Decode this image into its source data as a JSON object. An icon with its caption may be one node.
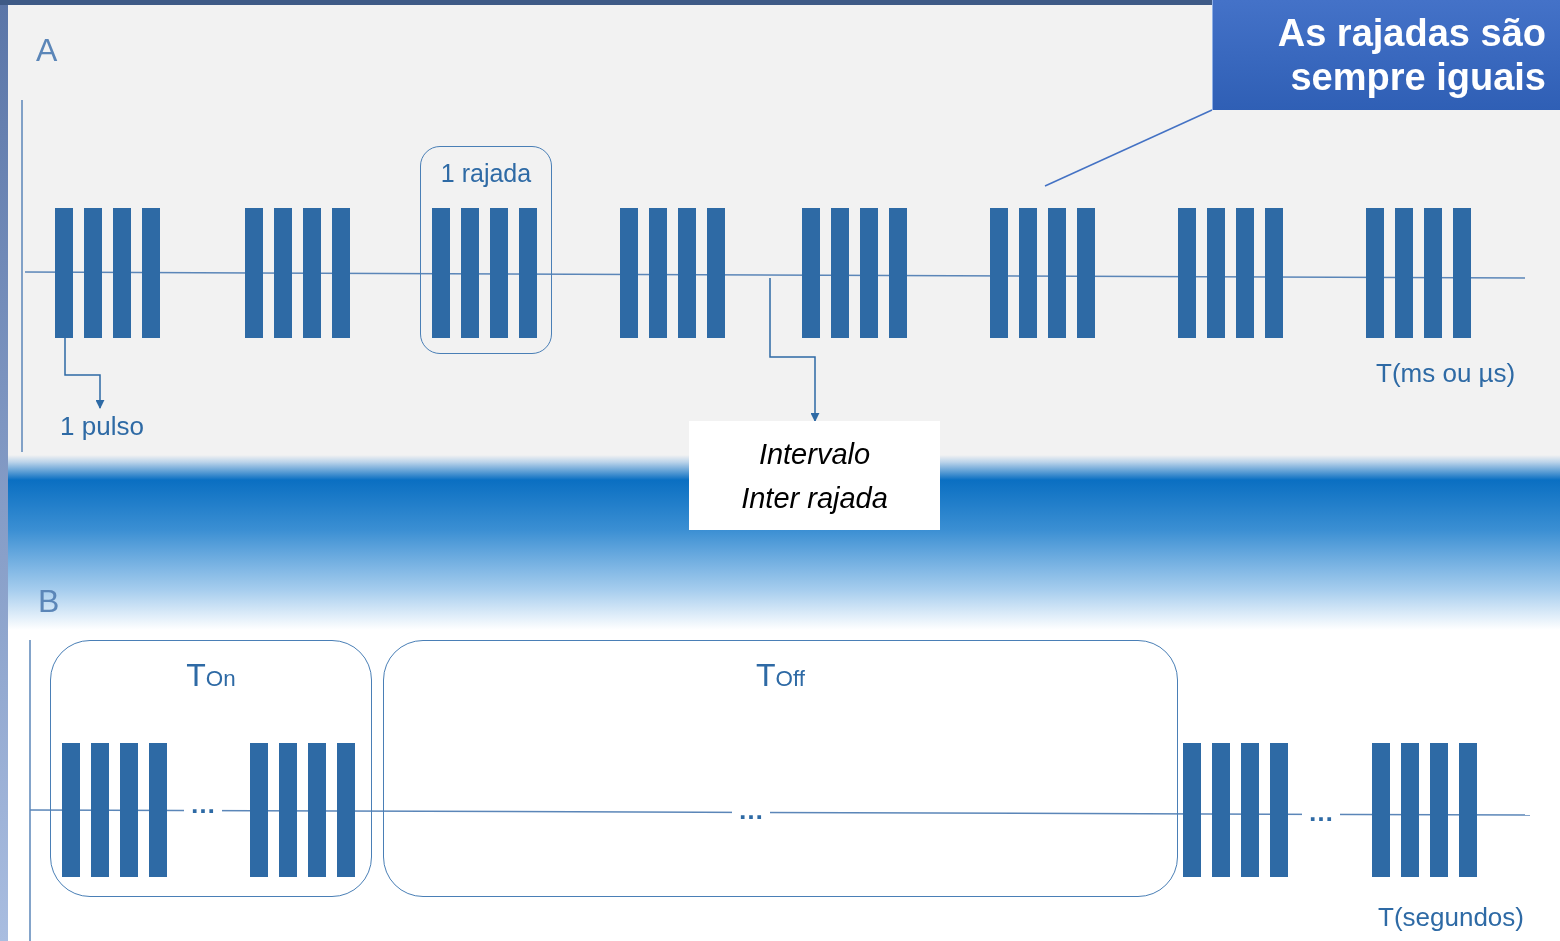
{
  "diagram": {
    "nodes": [
      {
        "text": [
          "1 rajada"
        ]
      },
      {
        "text": [
          "1 pulso"
        ]
      },
      {
        "text": [
          "Intervalo Inter rajada"
        ]
      },
      {
        "text": [
          "As rajadas são sempre iguais"
        ]
      },
      {
        "text": [
          "T$_{On}$"
        ]
      },
      {
        "text": [
          "T$_{Off}$"
        ]
      }
    ],
    "edges": [
      {
        "from": null,
        "to": 1,
        "arrow": "to"
      },
      {
        "from": null,
        "to": 2,
        "arrow": "to"
      },
      {
        "from": 3,
        "to": null,
        "arrow": "none"
      }
    ],
    "labels": [
      "A",
      "T(ms ou µs)",
      "B",
      "…",
      "…",
      "…",
      "T(segundos)"
    ]
  }
}
